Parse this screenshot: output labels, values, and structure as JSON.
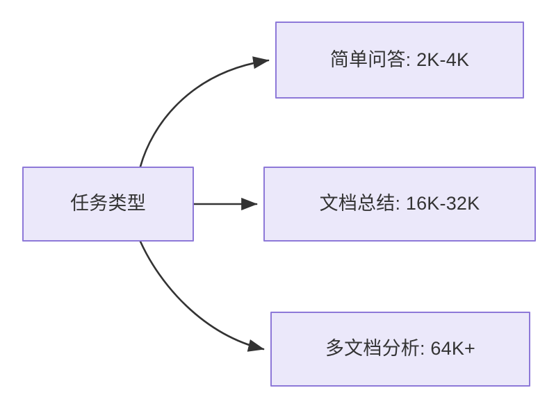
{
  "diagram": {
    "type": "flowchart",
    "direction": "left-to-right",
    "background_color": "#ffffff",
    "node_fill_color": "#ebe8fa",
    "node_border_color": "#8d78d8",
    "node_text_color": "#333333",
    "edge_color": "#333333",
    "root": {
      "id": "task-type",
      "label": "任务类型"
    },
    "branches": [
      {
        "id": "simple-qa",
        "label": "简单问答: 2K-4K",
        "category": "简单问答",
        "range": "2K-4K"
      },
      {
        "id": "doc-summary",
        "label": "文档总结: 16K-32K",
        "category": "文档总结",
        "range": "16K-32K"
      },
      {
        "id": "multi-doc-analysis",
        "label": "多文档分析: 64K+",
        "category": "多文档分析",
        "range": "64K+"
      }
    ],
    "edges": [
      {
        "id": "edge-to-simple-qa",
        "from": "任务类型",
        "to": "简单问答: 2K-4K",
        "style": "curved"
      },
      {
        "id": "edge-to-doc-summary",
        "from": "任务类型",
        "to": "文档总结: 16K-32K",
        "style": "straight"
      },
      {
        "id": "edge-to-multi-doc",
        "from": "任务类型",
        "to": "多文档分析: 64K+",
        "style": "curved"
      }
    ]
  }
}
